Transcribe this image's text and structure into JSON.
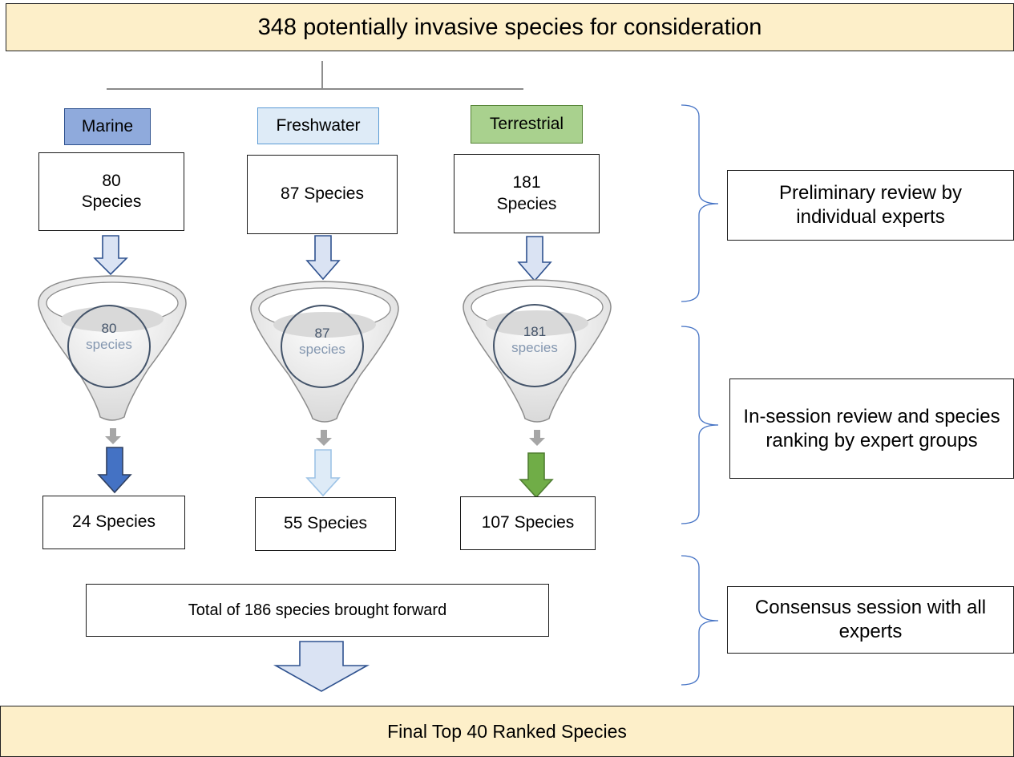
{
  "header": {
    "text": "348 potentially invasive species for consideration"
  },
  "categories": [
    {
      "label": "Marine",
      "input_count": "80\nSpecies",
      "funnel_count": "80",
      "funnel_unit": "species",
      "output_count": "24 Species",
      "color": "#8faadc",
      "border": "#2f528f"
    },
    {
      "label": "Freshwater",
      "input_count": "87 Species",
      "funnel_count": "87",
      "funnel_unit": "species",
      "output_count": "55 Species",
      "color": "#deebf7",
      "border": "#5b9bd5"
    },
    {
      "label": "Terrestrial",
      "input_count": "181\nSpecies",
      "funnel_count": "181",
      "funnel_unit": "species",
      "output_count": "107 Species",
      "color": "#a9d18e",
      "border": "#548235"
    }
  ],
  "stages": [
    {
      "text": "Preliminary review by individual experts"
    },
    {
      "text": "In-session review and species ranking by expert groups"
    },
    {
      "text": "Consensus session with all experts"
    }
  ],
  "total": {
    "text": "Total of 186 species brought forward"
  },
  "final": {
    "text": "Final Top 40 Ranked Species"
  },
  "colors": {
    "banner": "#fdefc9",
    "arrow_fill": "#dae3f3",
    "arrow_stroke": "#2f528f",
    "bracket": "#4472c4",
    "small_arrow": "#a6a6a6"
  }
}
